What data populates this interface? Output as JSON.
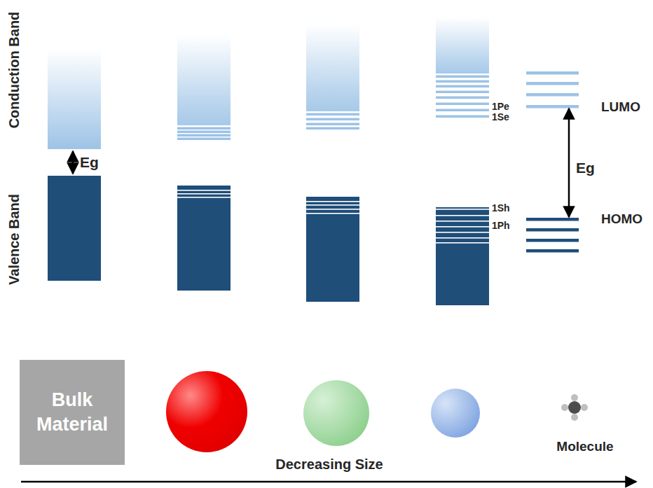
{
  "diagram": {
    "nodes": [
      {
        "text": [
          "Bulk Material"
        ]
      }
    ],
    "labels": [
      "Conduction Band",
      "Valence Band",
      "Eg",
      "1Pe",
      "1Se",
      "1Sh",
      "1Ph",
      "LUMO",
      "HOMO",
      "Eg",
      "Molecule",
      "Decreasing Size"
    ]
  }
}
